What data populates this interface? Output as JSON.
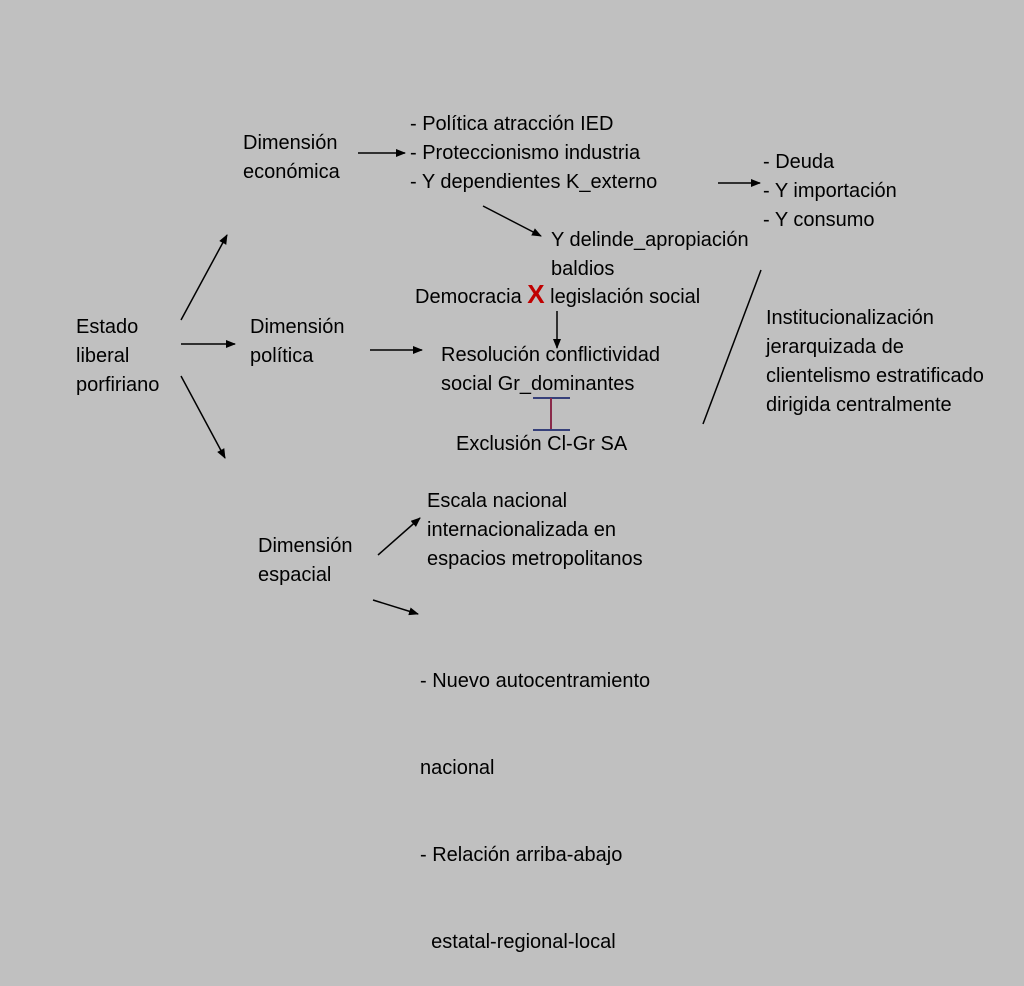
{
  "root": [
    "Estado",
    "liberal",
    "porfiriano"
  ],
  "economic": {
    "label": [
      "Dimensión",
      "económica"
    ],
    "policies": [
      "- Política atracción IED",
      "- Proteccionismo industria",
      "- Y dependientes K_externo"
    ],
    "effects": [
      "- Deuda",
      "- Y importación",
      "- Y consumo"
    ],
    "land": [
      "Y delinde_apropiación",
      "baldios"
    ]
  },
  "political": {
    "label": [
      "Dimensión",
      "política"
    ],
    "democracy": "Democracia",
    "x_mark": "X",
    "social_law": "legislación social",
    "resolution": [
      "Resolución conflictividad",
      "social Gr_dominantes"
    ],
    "exclusion": "Exclusión Cl-Gr SA"
  },
  "institutional": [
    "Institucionalización",
    "jerarquizada de",
    "clientelismo estratificado",
    "dirigida centralmente"
  ],
  "spatial": {
    "label": [
      "Dimensión",
      "espacial"
    ],
    "scale": [
      "Escala nacional",
      "internacionalizada en",
      "espacios metropolitanos"
    ],
    "new_centering": [
      "- Nuevo autocentramiento",
      "nacional",
      "- Relación arriba-abajo",
      "  estatal-regional-local"
    ]
  }
}
